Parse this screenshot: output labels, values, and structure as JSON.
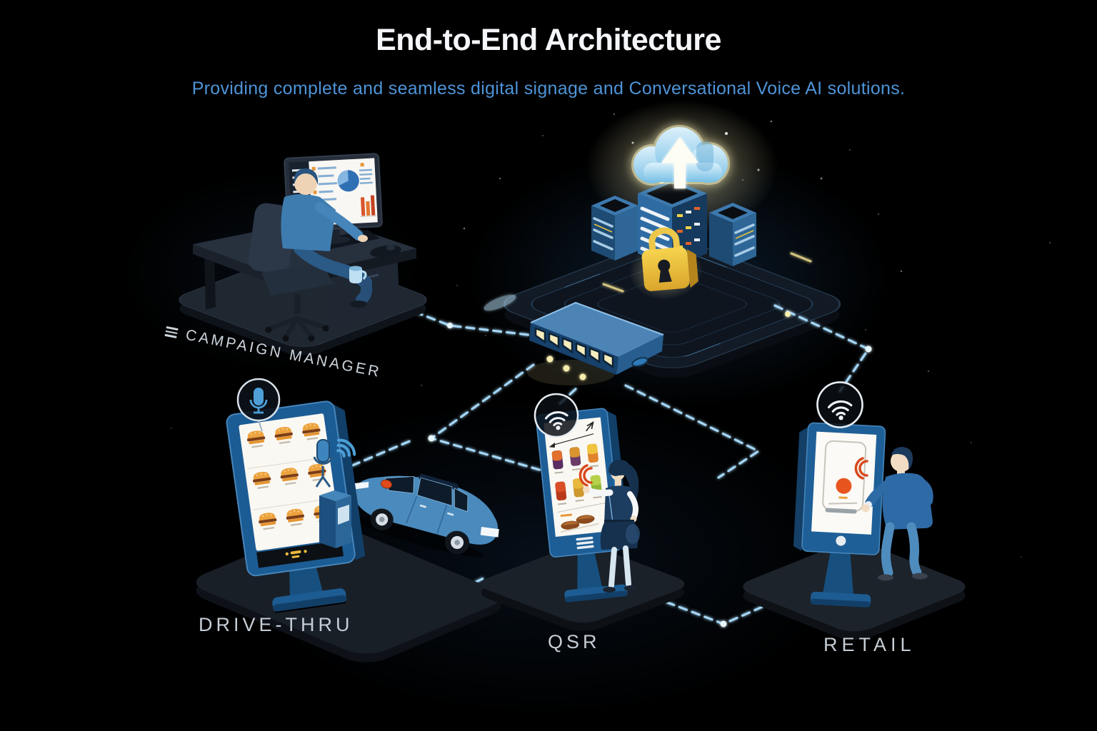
{
  "header": {
    "title": "End-to-End Architecture",
    "subtitle": "Providing complete and seamless digital signage and Conversational Voice AI solutions."
  },
  "labels": {
    "campaign_manager": "CAMPAIGN MANAGER",
    "drive_thru": "DRIVE-THRU",
    "qsr": "QSR",
    "retail": "RETAIL"
  },
  "icons": [
    "menu-icon",
    "upload-cloud-icon",
    "security-lock-icon",
    "network-switch",
    "voice-mic-icon",
    "microphone-icon",
    "wifi-icon",
    "signal-waves-icon",
    "voice-waves-icon"
  ],
  "colors": {
    "background": "#000000",
    "title": "#f4f6f9",
    "subtitle": "#4e94d8",
    "node_label": "#c5cdd6",
    "kiosk_blue": "#1e5e96",
    "dash_glow": "#aadeff",
    "lock_gold": "#eec23e",
    "voice_red": "#d84a1d",
    "cloud_blue": "#8fd0ee"
  }
}
